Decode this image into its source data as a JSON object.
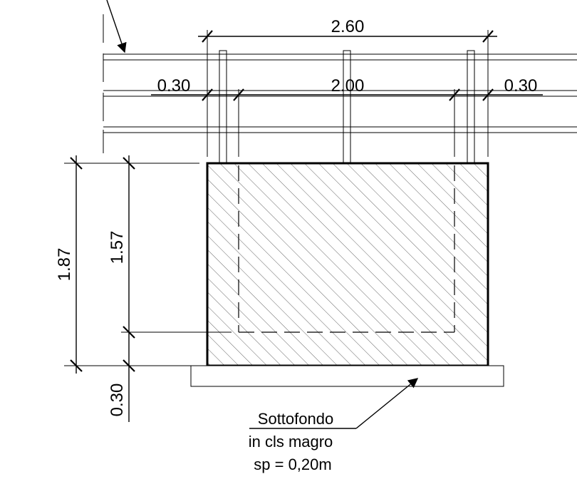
{
  "dimensions": {
    "total_width": "2.60",
    "left_overhang": "0.30",
    "column_width": "2.00",
    "right_overhang": "0.30",
    "total_height": "1.87",
    "inner_height": "1.57",
    "base_thickness": "0.30"
  },
  "annotation": {
    "line1": "Sottofondo",
    "line2": "in cls magro",
    "line3": "sp = 0,20m"
  }
}
